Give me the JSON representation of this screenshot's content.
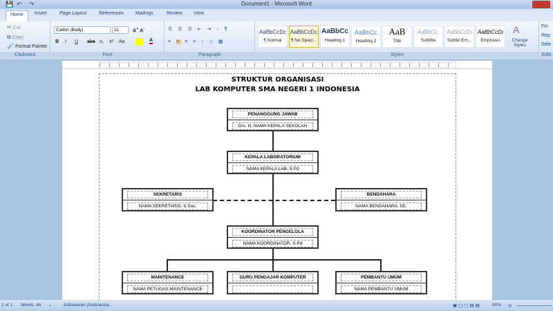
{
  "window": {
    "title": "Document1 - Microsoft Word"
  },
  "tabs": [
    "Home",
    "Insert",
    "Page Layout",
    "References",
    "Mailings",
    "Review",
    "View"
  ],
  "clipboard": {
    "cut": "Cut",
    "copy": "Copy",
    "format_painter": "Format Painter",
    "label": "Clipboard"
  },
  "font": {
    "name": "Calibri (Body)",
    "size": "11",
    "label": "Font",
    "buttons": [
      "B",
      "I",
      "U",
      "abe",
      "x₂",
      "x²",
      "Aa"
    ]
  },
  "paragraph": {
    "label": "Paragraph"
  },
  "styles": {
    "label": "Styles",
    "items": [
      {
        "sample": "AaBbCcDc",
        "name": "¶ Normal"
      },
      {
        "sample": "AaBbCcDc",
        "name": "¶ No Spaci..."
      },
      {
        "sample": "AaBbCc",
        "name": "Heading 1"
      },
      {
        "sample": "AaBbCc",
        "name": "Heading 2"
      },
      {
        "sample": "AaB",
        "name": "Title"
      },
      {
        "sample": "AaBbCc.",
        "name": "Subtitle"
      },
      {
        "sample": "AaBbCcDı",
        "name": "Subtle Em..."
      },
      {
        "sample": "AaBbCcDı",
        "name": "Emphasis"
      }
    ],
    "change_styles": "Change Styles"
  },
  "editing": {
    "label": "Editi",
    "find": "Fin",
    "replace": "Rep",
    "select": "Sele"
  },
  "document": {
    "title1": "STRUKTUR ORGANISASI",
    "title2": "LAB KOMPUTER SMA NEGERI 1 INDONESIA",
    "boxes": [
      {
        "role": "PENANGGUNG JAWAB",
        "name": "Drs. H. NAMA KEPALA SEKOLAH"
      },
      {
        "role": "KEPALA LABORATORIUM",
        "name": "NAMA KEPALA LAB, S.Pd"
      },
      {
        "role": "SEKRETARIS",
        "name": "NAMA SEKRETARIS, S.Sos."
      },
      {
        "role": "BENDAHARA",
        "name": "NAMA BENDAHARA, SE."
      },
      {
        "role": "KOORDINATOR PENGELOLA",
        "name": "NAMA KOORDINATOR, S.Pd"
      },
      {
        "role": "MAINTENANCE",
        "name": "NAMA PETUGAS MAINTENANCE"
      },
      {
        "role": "GURU PENGAJAR KOMPUTER",
        "name": ""
      },
      {
        "role": "PEMBANTU UMUM",
        "name": "NAMA PEMBANTU UMUM"
      }
    ]
  },
  "status": {
    "page": "1 of 1",
    "words": "Words: 46",
    "language": "Indonesian (Indonesia)",
    "zoom": "90%"
  }
}
